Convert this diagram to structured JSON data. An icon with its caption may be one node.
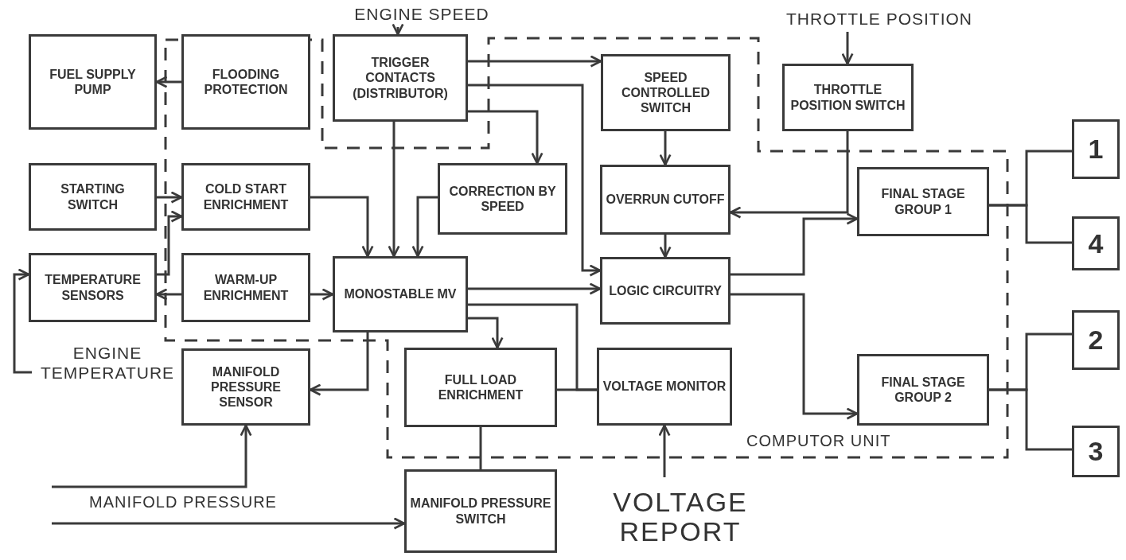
{
  "diagram": {
    "nodes": [
      {
        "text": [
          "FUEL SUPPLY PUMP"
        ]
      },
      {
        "text": [
          "FLOODING PROTECTION"
        ]
      },
      {
        "text": [
          "TRIGGER CONTACTS (DISTRIBUTOR)"
        ]
      },
      {
        "text": [
          "SPEED CONTROLLED SWITCH"
        ]
      },
      {
        "text": [
          "THROTTLE POSITION SWITCH"
        ]
      },
      {
        "text": [
          "STARTING SWITCH"
        ]
      },
      {
        "text": [
          "COLD START ENRICHMENT"
        ]
      },
      {
        "text": [
          "CORRECTION BY SPEED"
        ]
      },
      {
        "text": [
          "OVERRUN CUTOFF"
        ]
      },
      {
        "text": [
          "FINAL STAGE GROUP 1"
        ]
      },
      {
        "text": [
          "1"
        ]
      },
      {
        "text": [
          "4"
        ]
      },
      {
        "text": [
          "TEMPERATURE SENSORS"
        ]
      },
      {
        "text": [
          "WARM-UP ENRICHMENT"
        ]
      },
      {
        "text": [
          "MONOSTABLE MV"
        ]
      },
      {
        "text": [
          "LOGIC CIRCUITRY"
        ]
      },
      {
        "text": [
          "MANIFOLD PRESSURE SENSOR"
        ]
      },
      {
        "text": [
          "FULL LOAD ENRICHMENT"
        ]
      },
      {
        "text": [
          "VOLTAGE MONITOR"
        ]
      },
      {
        "text": [
          "FINAL STAGE GROUP 2"
        ]
      },
      {
        "text": [
          "2"
        ]
      },
      {
        "text": [
          "3"
        ]
      },
      {
        "text": [
          "MANIFOLD PRESSURE SWITCH"
        ]
      },
      {
        "text": [
          "ENGINE SPEED"
        ]
      },
      {
        "text": [
          "THROTTLE POSITION"
        ]
      },
      {
        "text": [
          "ENGINE TEMPERATURE"
        ]
      },
      {
        "text": [
          "VOLTAGE REPORT"
        ]
      }
    ],
    "edges": [
      {
        "from": 1,
        "to": 0,
        "arrow": "to"
      },
      {
        "from": 5,
        "to": 6,
        "arrow": "to"
      },
      {
        "from": 12,
        "to": 6,
        "arrow": "to"
      },
      {
        "from": 13,
        "to": 12,
        "arrow": "to"
      },
      {
        "from": 6,
        "to": 14,
        "arrow": "to"
      },
      {
        "from": 13,
        "to": 14,
        "arrow": "to"
      },
      {
        "from": 2,
        "to": 14,
        "arrow": "to"
      },
      {
        "from": 7,
        "to": 14,
        "arrow": "to"
      },
      {
        "from": 2,
        "to": 7,
        "arrow": "to"
      },
      {
        "from": 2,
        "to": 3,
        "arrow": "to"
      },
      {
        "from": 2,
        "to": 15,
        "arrow": "to"
      },
      {
        "from": 3,
        "to": 8,
        "arrow": "to"
      },
      {
        "from": 4,
        "to": 8,
        "arrow": "to"
      },
      {
        "from": 8,
        "to": 15,
        "arrow": "to"
      },
      {
        "from": 14,
        "to": 15,
        "arrow": "to"
      },
      {
        "from": 14,
        "to": 17,
        "arrow": "to"
      },
      {
        "from": 14,
        "to": 18,
        "arrow": "none"
      },
      {
        "from": 17,
        "to": 18,
        "arrow": "none"
      },
      {
        "from": 17,
        "to": 22,
        "arrow": "none"
      },
      {
        "from": 14,
        "to": 16,
        "arrow": "to"
      },
      {
        "from": null,
        "to": 16,
        "arrow": "to"
      },
      {
        "from": null,
        "to": 22,
        "arrow": "to"
      },
      {
        "from": 15,
        "to": 9,
        "arrow": "to"
      },
      {
        "from": 15,
        "to": 19,
        "arrow": "to"
      },
      {
        "from": 9,
        "to": 10,
        "arrow": "none"
      },
      {
        "from": 9,
        "to": 11,
        "arrow": "none"
      },
      {
        "from": 19,
        "to": 20,
        "arrow": "none"
      },
      {
        "from": 19,
        "to": 21,
        "arrow": "none"
      },
      {
        "from": 23,
        "to": 2,
        "arrow": "to"
      },
      {
        "from": 24,
        "to": 4,
        "arrow": "to"
      },
      {
        "from": 25,
        "to": 12,
        "arrow": "to"
      },
      {
        "from": 26,
        "to": 18,
        "arrow": "to"
      }
    ],
    "labels": [
      "MANIFOLD PRESSURE",
      "COMPUTOR UNIT"
    ]
  }
}
